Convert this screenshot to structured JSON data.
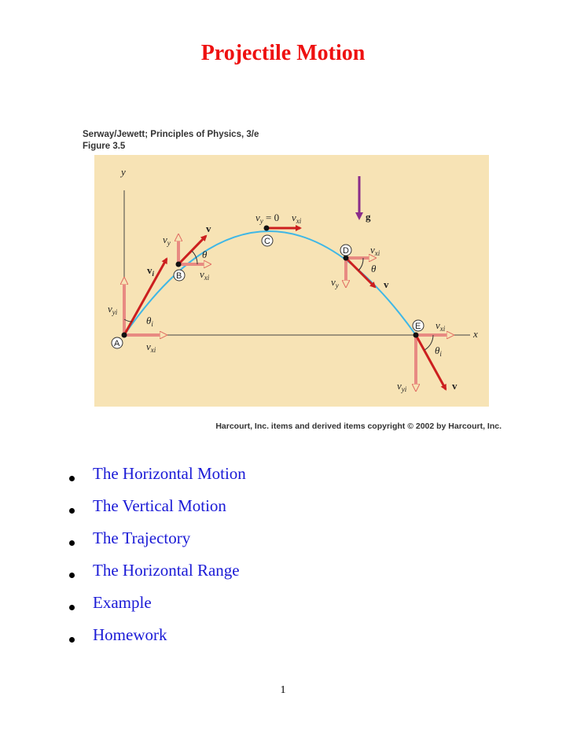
{
  "title": "Projectile Motion",
  "figure": {
    "caption_line1": "Serway/Jewett; Principles of Physics, 3/e",
    "caption_line2": "Figure 3.5",
    "credit": "Harcourt, Inc. items and derived items copyright © 2002 by Harcourt, Inc.",
    "labels": {
      "y_axis": "y",
      "x_axis": "x",
      "g": "g",
      "point_a": "A",
      "point_b": "B",
      "point_c": "C",
      "point_d": "D",
      "point_e": "E",
      "vy_zero": "v",
      "vy_zero_sub": "y",
      "vy_zero_eq": " = 0",
      "v": "v",
      "vi": "v",
      "vi_sub": "i",
      "vx": "v",
      "xi_sub": "xi",
      "y_sub": "y",
      "yi_sub": "yi",
      "theta": "θ",
      "theta_i": "θ",
      "i_sub": "i"
    },
    "colors": {
      "background": "#f7e3b5",
      "trajectory": "#3fb7e6",
      "velocity": "#cc1f1f",
      "component": "#f2a09a",
      "gravity": "#8a2c8a"
    }
  },
  "bullets": [
    "The Horizontal Motion",
    "The Vertical Motion",
    "The Trajectory",
    "The Horizontal Range",
    "Example",
    "Homework"
  ],
  "page_number": "1"
}
